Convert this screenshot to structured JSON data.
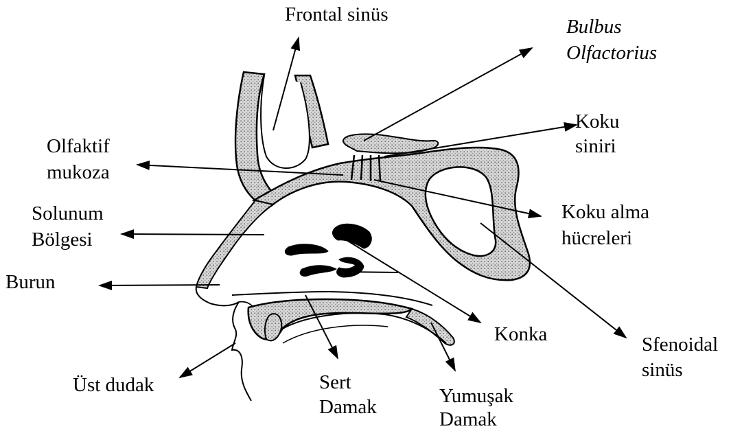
{
  "labels": {
    "frontal_sinus": "Frontal sinüs",
    "bulbus_1": "Bulbus",
    "bulbus_2": "Olfactorius",
    "koku_siniri_1": "Koku",
    "koku_siniri_2": "siniri",
    "olfaktif_1": "Olfaktif",
    "olfaktif_2": "mukoza",
    "solunum_1": "Solunum",
    "solunum_2": "Bölgesi",
    "koku_alma_1": "Koku alma",
    "koku_alma_2": "hücreleri",
    "burun": "Burun",
    "konka": "Konka",
    "sfenoidal_1": "Sfenoidal",
    "sfenoidal_2": "sinüs",
    "ust_dudak": "Üst dudak",
    "sert_1": "Sert",
    "sert_2": "Damak",
    "yumusak_1": "Yumuşak",
    "yumusak_2": "Damak"
  },
  "colors": {
    "ink": "#000000",
    "bone_fill": "#c9c9c9",
    "background": "#ffffff"
  }
}
